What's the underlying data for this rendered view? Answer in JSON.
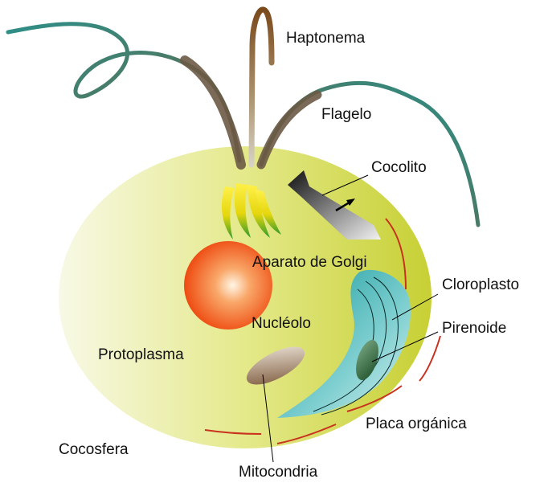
{
  "labels": {
    "haptonema": "Haptonema",
    "flagelo": "Flagelo",
    "cocolito": "Cocolito",
    "aparato_golgi": "Aparato de Golgi",
    "cloroplasto": "Cloroplasto",
    "nucleolo": "Nucléolo",
    "pirenoide": "Pirenoide",
    "protoplasma": "Protoplasma",
    "placa_organica": "Placa orgánica",
    "cocosfera": "Cocosfera",
    "mitocondria": "Mitocondria"
  },
  "colors": {
    "cell_light": "#f7f8e4",
    "cell_dark": "#c9d23a",
    "flagellum_brown": "#6b5a45",
    "flagellum_teal": "#2b8f88",
    "haptonema": "#7a4a20",
    "nucleolus_core": "#fff2d8",
    "nucleolus_edge": "#f05a1a",
    "chloroplast": "#1fa3a3",
    "pyrenoid": "#2e6b3a",
    "mitochondria": "#8a6a4a",
    "golgi_yellow": "#ffe21a",
    "golgi_green": "#3aa02e",
    "organic_plate": "#c8321e"
  }
}
